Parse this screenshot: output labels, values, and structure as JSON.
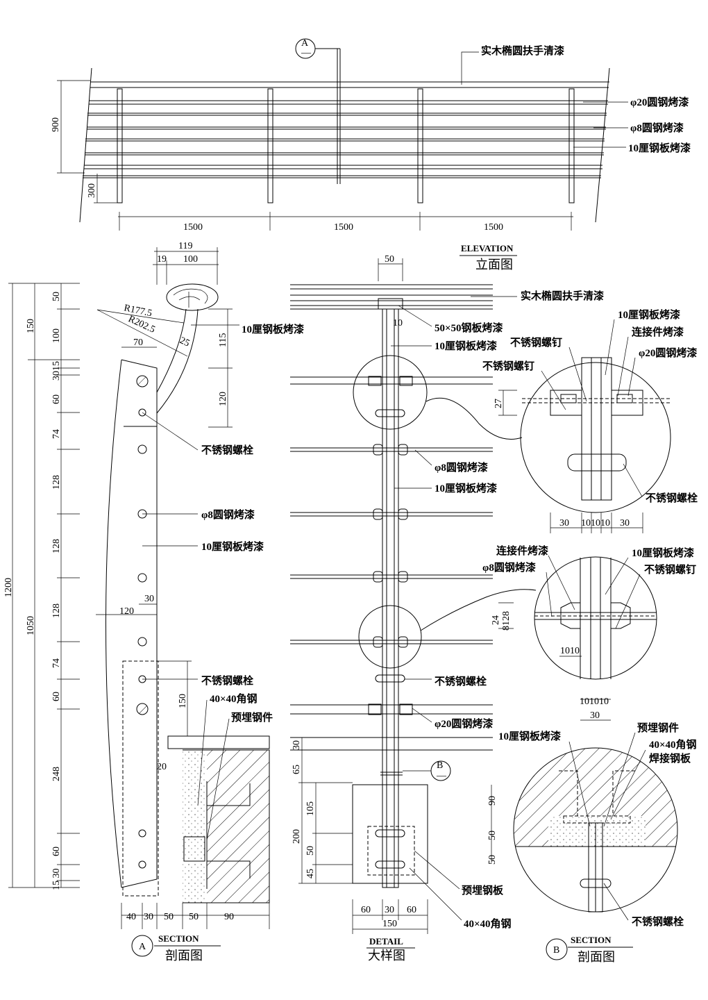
{
  "elevation": {
    "section_mark": "A",
    "section_sub": "—",
    "labels": {
      "handrail": "实木椭圆扶手清漆",
      "rod20": "φ20圆钢烤漆",
      "rod8": "φ8圆钢烤漆",
      "plate": "10厘钢板烤漆"
    },
    "dims": {
      "height": "900",
      "low": "300",
      "span1": "1500",
      "span2": "1500",
      "span3": "1500"
    },
    "title_en": "ELEVATION",
    "title_cn": "立面图"
  },
  "section_a": {
    "dims": {
      "total": "1200",
      "d1050": "1050",
      "d150": "150",
      "top": [
        "50",
        "100",
        "3015",
        "60",
        "74",
        "128",
        "128",
        "128",
        "74",
        "60",
        "248",
        "60",
        "15 30"
      ],
      "w119": "119",
      "w19": "19",
      "w100": "100",
      "r1": "R177.5",
      "r2": "R202.5",
      "t25": "25",
      "w70": "70",
      "h115": "115",
      "h120": "120",
      "w30": "30",
      "w120": "120",
      "h150": "150",
      "w20": "20",
      "bottom": [
        "40",
        "30",
        "50",
        "50",
        "90"
      ]
    },
    "labels": {
      "plate_top": "10厘钢板烤漆",
      "bolt1": "不锈钢螺栓",
      "rod8": "φ8圆钢烤漆",
      "plate": "10厘钢板烤漆",
      "bolt2": "不锈钢螺栓",
      "angle": "40×40角钢",
      "embed": "预埋钢件"
    },
    "mark": "A",
    "title_en": "SECTION",
    "title_cn": "剖面图"
  },
  "detail": {
    "labels": {
      "handrail": "实木椭圆扶手清漆",
      "ten": "10",
      "plate50": "50×50钢板烤漆",
      "plate1": "10厘钢板烤漆",
      "rod8": "φ8圆钢烤漆",
      "plate2": "10厘钢板烤漆",
      "bolt": "不锈钢螺栓",
      "rod20": "φ20圆钢烤漆",
      "embed_plate": "预埋钢板",
      "angle": "40×40角钢"
    },
    "dims": {
      "top50": "50",
      "d30": "30",
      "d65": "65",
      "d200": "200",
      "d105": "105",
      "d50": "50",
      "d45": "45",
      "b60a": "60",
      "b30": "30",
      "b60b": "60",
      "b150": "150"
    },
    "mark": "B",
    "mark_sub": "—",
    "title_en": "DETAIL",
    "title_cn": "大样图"
  },
  "zoom1": {
    "labels": {
      "plate": "10厘钢板烤漆",
      "connector": "连接件烤漆",
      "screw1": "不锈钢螺钉",
      "rod20": "φ20圆钢烤漆",
      "screw2": "不锈钢螺钉",
      "bolt": "不锈钢螺栓"
    },
    "dims": {
      "h27": "27",
      "w": [
        "30",
        "10",
        "10",
        "10",
        "30"
      ]
    }
  },
  "zoom2": {
    "labels": {
      "connector": "连接件烤漆",
      "rod8": "φ8圆钢烤漆",
      "plate": "10厘钢板烤漆",
      "screw": "不锈钢螺钉"
    },
    "dims": {
      "h24": "24",
      "h8128": "8128",
      "w1010": "1010",
      "b101010": "101010",
      "b30": "30"
    }
  },
  "section_b": {
    "labels": {
      "plate": "10厘钢板烤漆",
      "embed": "预埋钢件",
      "angle": "40×40角钢",
      "weld": "焊接钢板",
      "bolt": "不锈钢螺栓"
    },
    "dims": {
      "h90": "90",
      "h50a": "50",
      "h50b": "50"
    },
    "mark": "B",
    "title_en": "SECTION",
    "title_cn": "剖面图"
  }
}
